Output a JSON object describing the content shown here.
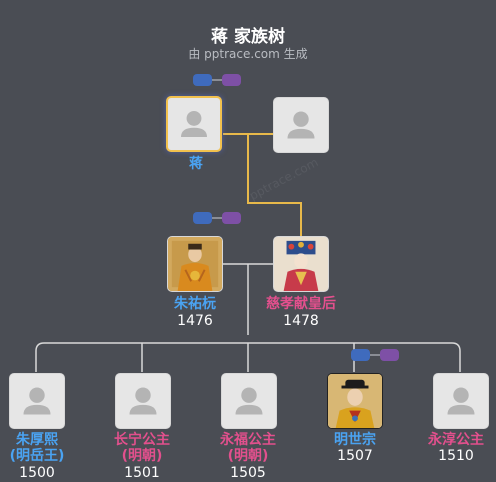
{
  "header": {
    "title": "蒋 家族树",
    "subtitle": "由 pptrace.com 生成"
  },
  "watermark": "pptrace.com",
  "colors": {
    "background": "#4a4d54",
    "male_name": "#4aa3f2",
    "female_name": "#e2508d",
    "selected_border": "#f2c14e",
    "link_line": "#d9d9d9",
    "highlight_line": "#e8b94a"
  },
  "generations": {
    "grandparents": [
      {
        "name": "蒋",
        "year": "",
        "gender": "male",
        "photo": "avatar-placeholder-icon",
        "selected": true
      },
      {
        "name": "",
        "year": "",
        "gender": "unknown",
        "photo": "avatar-placeholder-icon",
        "selected": false
      }
    ],
    "parents": [
      {
        "name": "朱祐杬",
        "year": "1476",
        "gender": "male",
        "photo": "emperor-portrait"
      },
      {
        "name": "慈孝献皇后",
        "year": "1478",
        "gender": "female",
        "photo": "empress-portrait"
      }
    ],
    "children": [
      {
        "name": "朱厚熙",
        "name2": "(明岳王)",
        "year": "1500",
        "gender": "male",
        "photo": "avatar-placeholder-icon"
      },
      {
        "name": "长宁公主",
        "name2": "(明朝)",
        "year": "1501",
        "gender": "female",
        "photo": "avatar-placeholder-icon"
      },
      {
        "name": "永福公主",
        "name2": "(明朝)",
        "year": "1505",
        "gender": "female",
        "photo": "avatar-placeholder-icon"
      },
      {
        "name": "明世宗",
        "name2": "",
        "year": "1507",
        "gender": "male",
        "photo": "emperor-portrait"
      },
      {
        "name": "永淳公主",
        "name2": "",
        "year": "1510",
        "gender": "female",
        "photo": "avatar-placeholder-icon"
      }
    ]
  }
}
